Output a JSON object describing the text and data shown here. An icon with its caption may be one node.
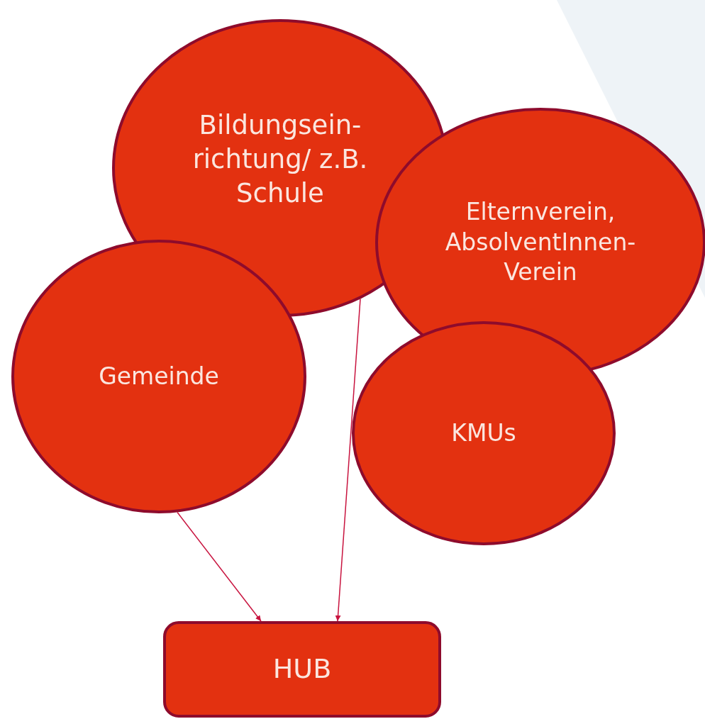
{
  "diagram": {
    "nodes": [
      {
        "text": [
          "Bildungsein- richtung/ z.B. Schule"
        ]
      },
      {
        "text": [
          "Elternverein, AbsolventInnen- Verein"
        ]
      },
      {
        "text": [
          "Gemeinde"
        ]
      },
      {
        "text": [
          "KMUs"
        ]
      },
      {
        "text": [
          "HUB"
        ]
      }
    ],
    "edges": [
      {
        "from": 2,
        "to": 4,
        "arrow": "to"
      },
      {
        "from": 0,
        "to": 4,
        "arrow": "to"
      }
    ]
  }
}
